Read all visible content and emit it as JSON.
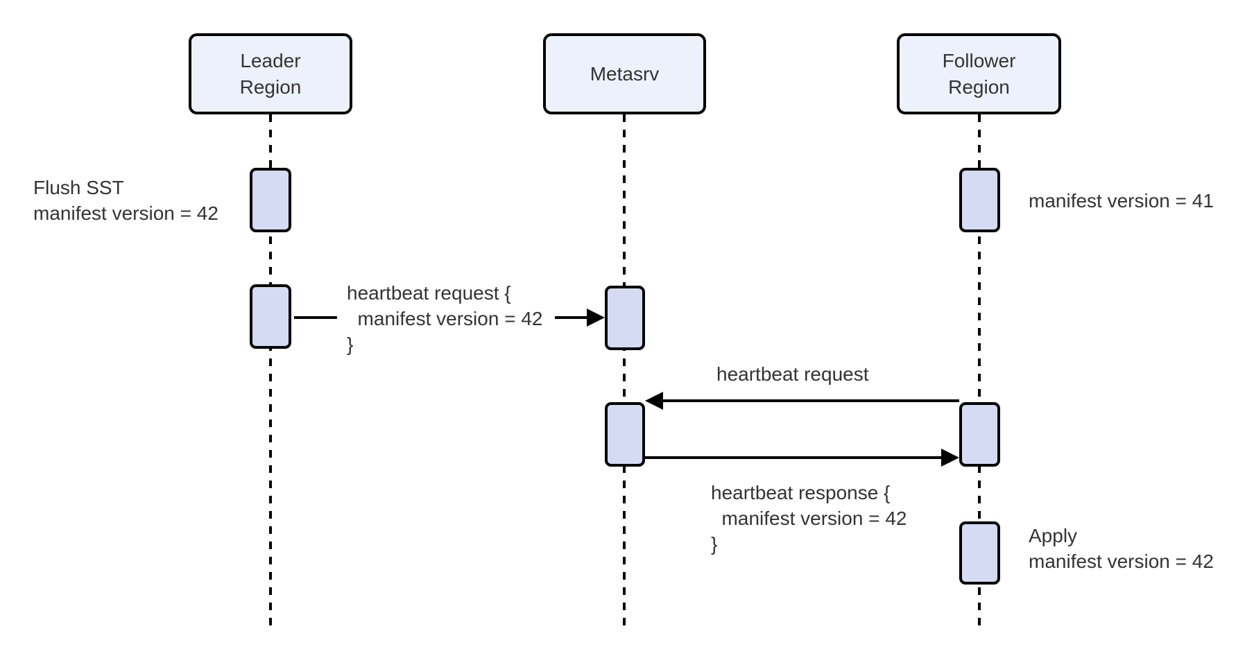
{
  "diagram": {
    "type": "sequence-diagram",
    "participants": [
      {
        "id": "leader-region",
        "label": "Leader\nRegion"
      },
      {
        "id": "metasrv",
        "label": "Metasrv"
      },
      {
        "id": "follower-region",
        "label": "Follower\nRegion"
      }
    ],
    "annotations": {
      "flush_sst": "Flush SST\nmanifest version = 42",
      "manifest_v41": "manifest version = 41",
      "apply": "Apply\nmanifest version = 42"
    },
    "messages": {
      "leader_heartbeat_request": "heartbeat request {\n  manifest version = 42\n}",
      "follower_heartbeat_request": "heartbeat request",
      "heartbeat_response": "heartbeat response {\n  manifest version = 42\n}"
    },
    "colors": {
      "background": "#ffffff",
      "participant_fill": "#EDF1FB",
      "activation_fill": "#D6DBF4",
      "line": "#000000",
      "text": "#333333"
    }
  }
}
